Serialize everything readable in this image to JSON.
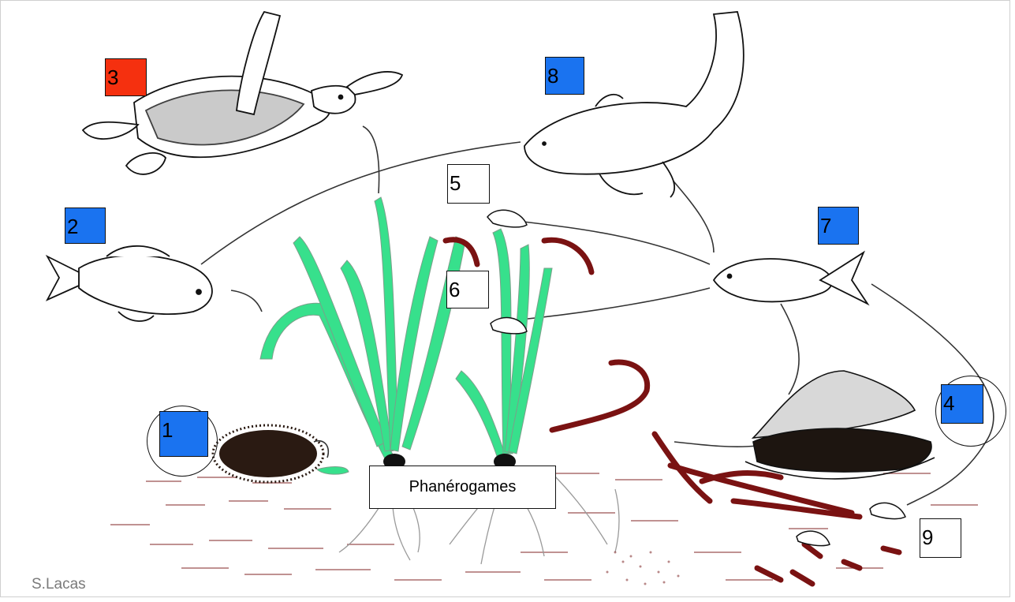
{
  "colors": {
    "red_box": "#f5300f",
    "blue_box": "#1a73f0",
    "seagrass": "#37e08c",
    "algae": "#7a1212",
    "line": "#333333",
    "outline": "#111111",
    "credit": "#7a7a7a"
  },
  "boxes": {
    "b1": {
      "label": "1",
      "fill": "blue"
    },
    "b2": {
      "label": "2",
      "fill": "blue"
    },
    "b3": {
      "label": "3",
      "fill": "red"
    },
    "b4": {
      "label": "4",
      "fill": "blue"
    },
    "b5": {
      "label": "5",
      "fill": "white"
    },
    "b6": {
      "label": "6",
      "fill": "white"
    },
    "b7": {
      "label": "7",
      "fill": "blue"
    },
    "b8": {
      "label": "8",
      "fill": "blue"
    },
    "b9": {
      "label": "9",
      "fill": "white"
    }
  },
  "organisms": {
    "turtle": "sea-turtle",
    "shark": "shark",
    "fish_left": "fish",
    "fish_right": "fish",
    "urchin": "sea-urchin",
    "conch": "conch-shell",
    "shrimps": "shrimp"
  },
  "plant_label": "Phanérogames",
  "credit": "S.Lacas"
}
